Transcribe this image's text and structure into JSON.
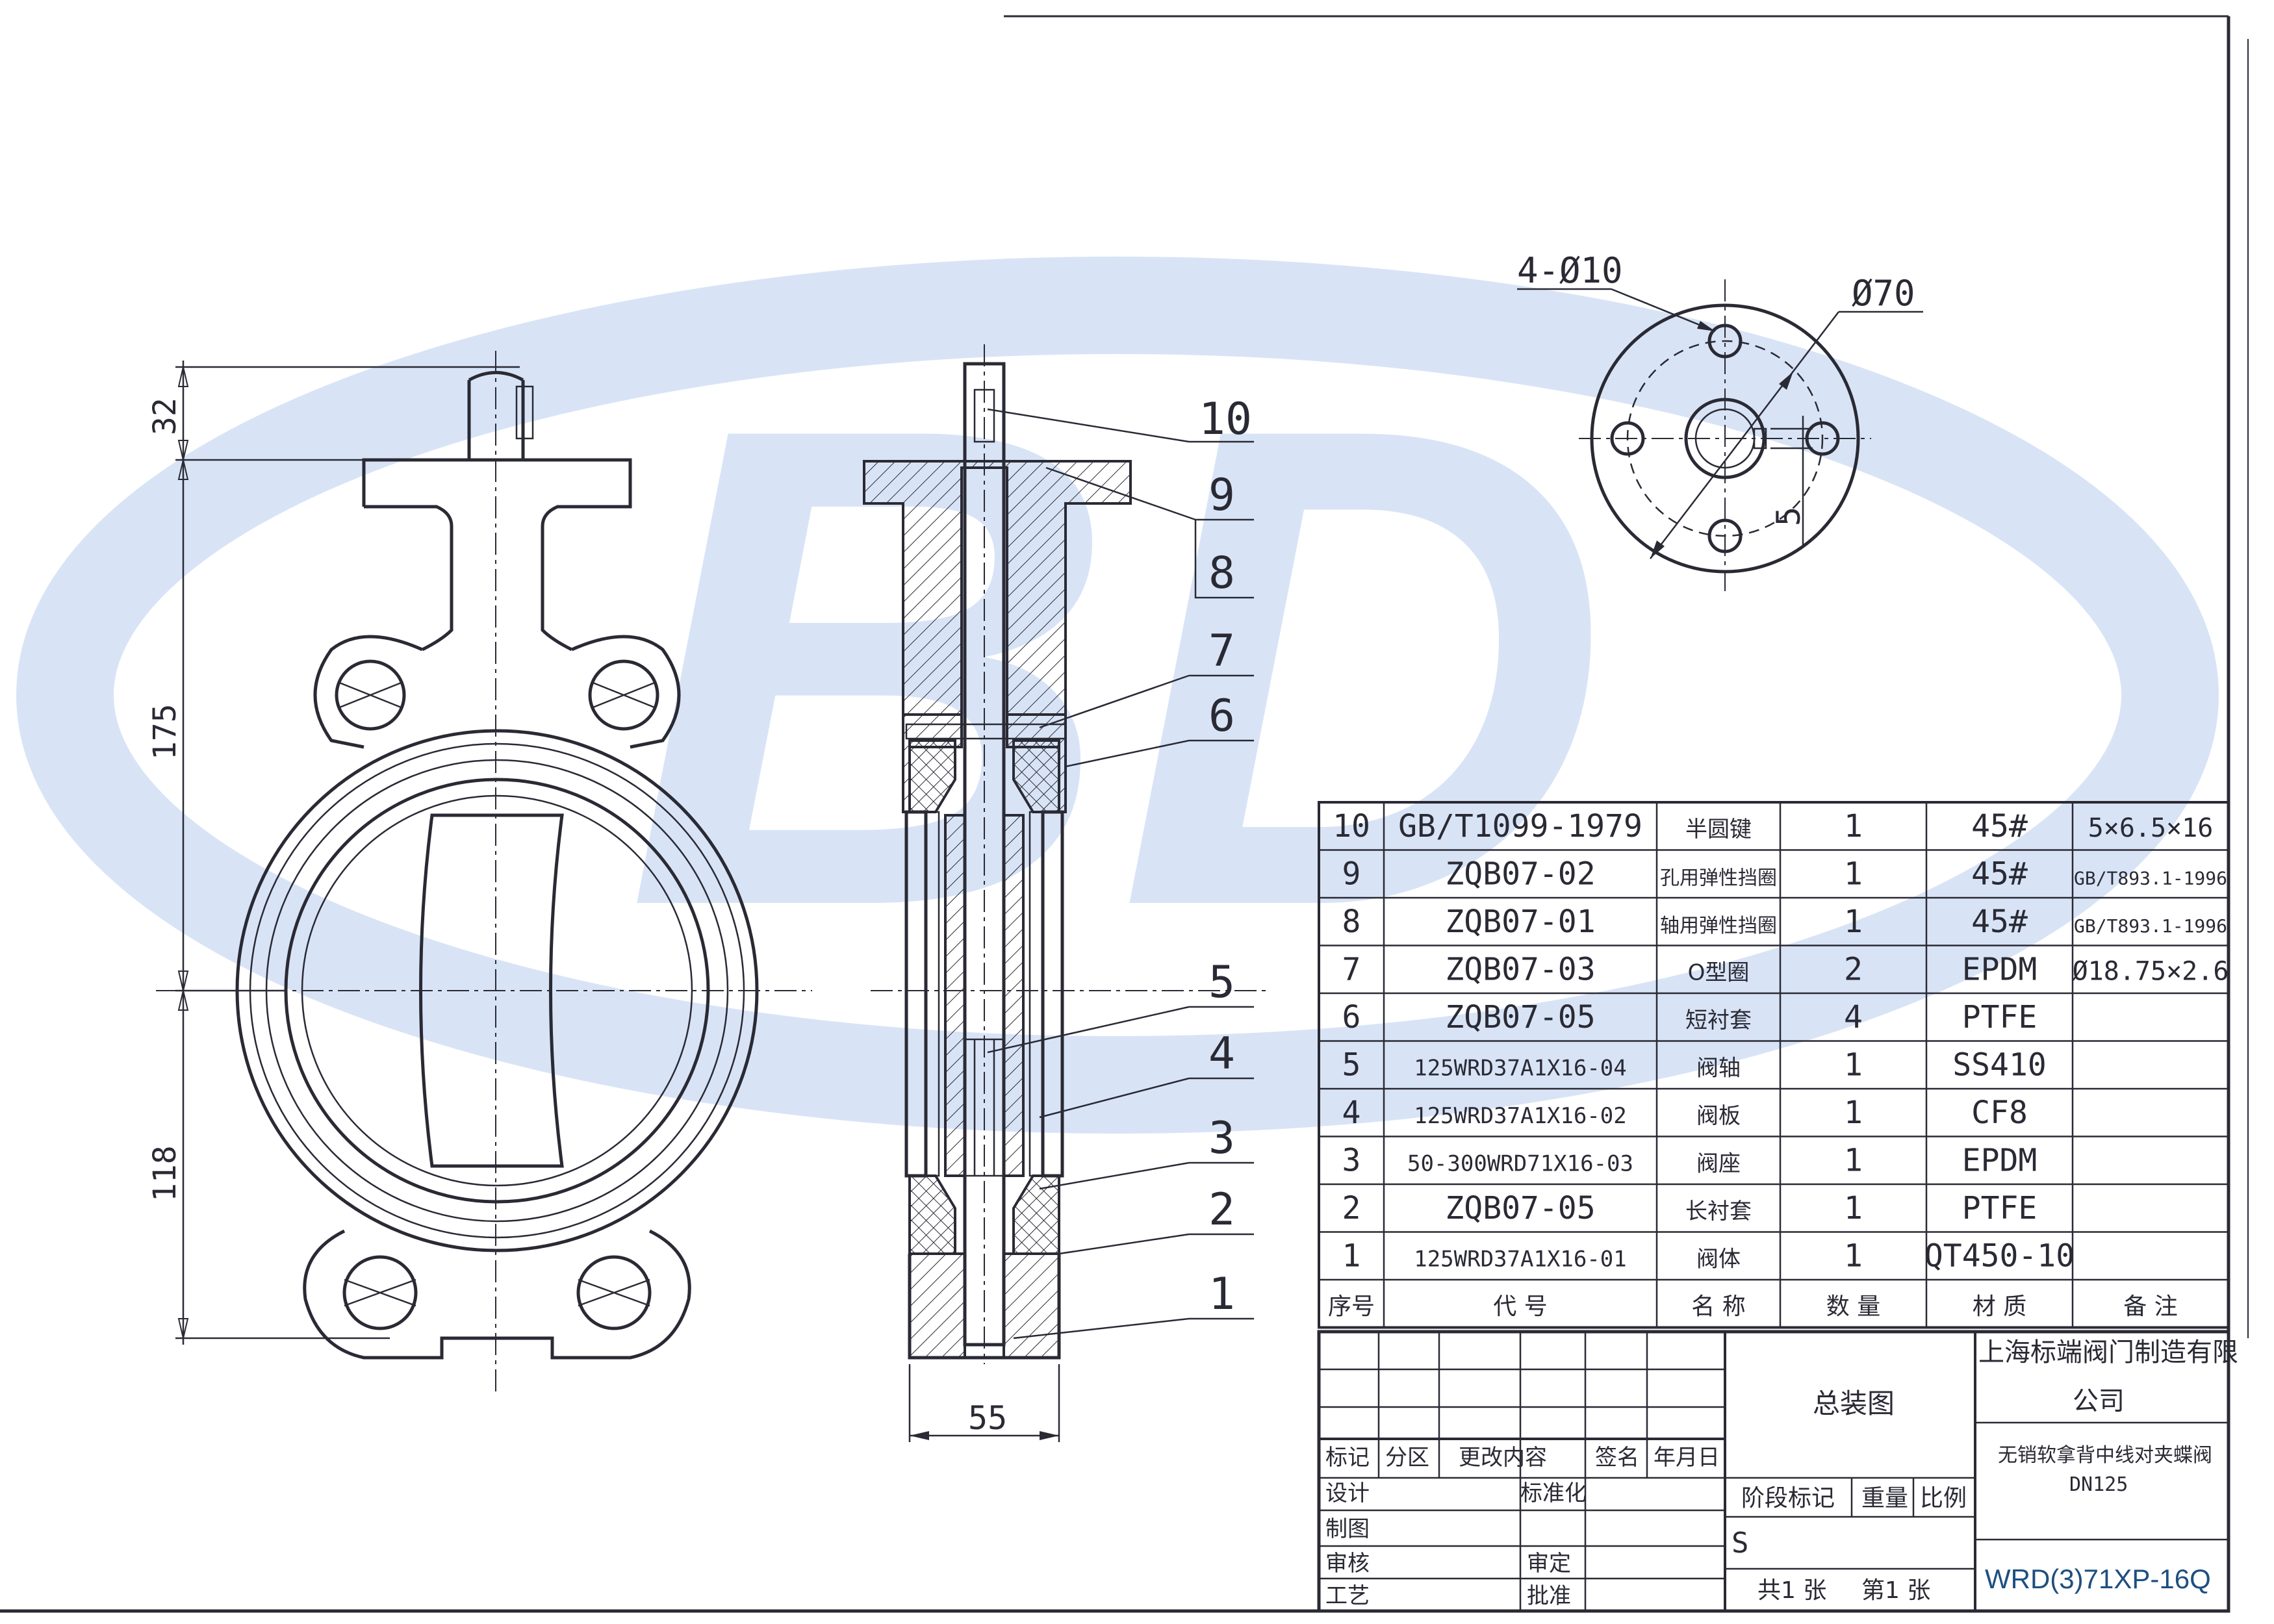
{
  "watermark": {
    "text": "BD",
    "color": "#d8e4f6"
  },
  "colors": {
    "line": "#2a2a35",
    "watermark": "#d8e4f6",
    "model_text": "#1e4f80"
  },
  "dimensions": {
    "d32": "32",
    "d175": "175",
    "d118": "118",
    "d55": "55",
    "bolts": "4-Ø10",
    "pcd": "Ø70",
    "key": "5"
  },
  "balloons": [
    "10",
    "9",
    "8",
    "7",
    "6",
    "5",
    "4",
    "3",
    "2",
    "1"
  ],
  "bom": {
    "rows": [
      {
        "no": "10",
        "code": "GB/T1099-1979",
        "name": "半圆键",
        "qty": "1",
        "material": "45#",
        "remark": "5×6.5×16"
      },
      {
        "no": "9",
        "code": "ZQB07-02",
        "name": "孔用弹性挡圈",
        "qty": "1",
        "material": "45#",
        "remark": "GB/T893.1-1996"
      },
      {
        "no": "8",
        "code": "ZQB07-01",
        "name": "轴用弹性挡圈",
        "qty": "1",
        "material": "45#",
        "remark": "GB/T893.1-1996"
      },
      {
        "no": "7",
        "code": "ZQB07-03",
        "name": "O型圈",
        "qty": "2",
        "material": "EPDM",
        "remark": "Ø18.75×2.6"
      },
      {
        "no": "6",
        "code": "ZQB07-05",
        "name": "短衬套",
        "qty": "4",
        "material": "PTFE",
        "remark": ""
      },
      {
        "no": "5",
        "code": "125WRD37A1X16-04",
        "name": "阀轴",
        "qty": "1",
        "material": "SS410",
        "remark": ""
      },
      {
        "no": "4",
        "code": "125WRD37A1X16-02",
        "name": "阀板",
        "qty": "1",
        "material": "CF8",
        "remark": ""
      },
      {
        "no": "3",
        "code": "50-300WRD71X16-03",
        "name": "阀座",
        "qty": "1",
        "material": "EPDM",
        "remark": ""
      },
      {
        "no": "2",
        "code": "ZQB07-05",
        "name": "长衬套",
        "qty": "1",
        "material": "PTFE",
        "remark": ""
      },
      {
        "no": "1",
        "code": "125WRD37A1X16-01",
        "name": "阀体",
        "qty": "1",
        "material": "QT450-10",
        "remark": ""
      }
    ],
    "header": {
      "no": "序号",
      "code": "代  号",
      "name": "名  称",
      "qty": "数  量",
      "material": "材  质",
      "remark": "备  注"
    }
  },
  "title_block": {
    "company_l1": "上海标端阀门制造有限",
    "company_l2": "公司",
    "drawing_name": "总装图",
    "product_l1": "无销软拿背中线对夹蝶阀",
    "product_l2": "DN125",
    "model": "WRD(3)71XP-16Q",
    "stage_mark": "阶段标记",
    "weight": "重量",
    "scale": "比例",
    "stage_value": "S",
    "total_sheets": "共1 张",
    "sheet_no": "第1 张",
    "rev_labels": [
      "标记",
      "分区",
      "更改内容",
      "签名",
      "年月日"
    ],
    "designed": "设计",
    "drawn": "制图",
    "checked": "审核",
    "process": "工艺",
    "standardized": "标准化",
    "reviewed": "审定",
    "approved": "批准"
  }
}
